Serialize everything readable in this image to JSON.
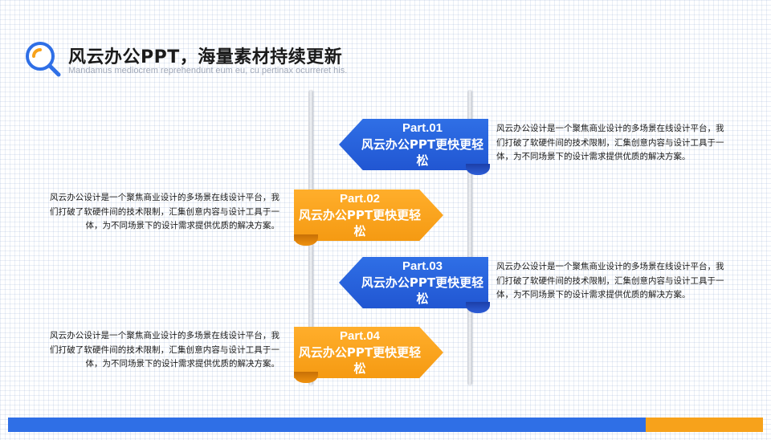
{
  "header": {
    "title": "风云办公PPT，海量素材持续更新",
    "subtitle": "Mandamus mediocrem reprehendunt eum eu, cu pertinax ocurreret his."
  },
  "colors": {
    "blue": "#2f6fe6",
    "orange": "#f7a21b"
  },
  "icons": {
    "logo": "search-magnifier-icon"
  },
  "items": [
    {
      "part": "Part.01",
      "slogan": "风云办公PPT更快更轻松",
      "description": "风云办公设计是一个聚焦商业设计的多场景在线设计平台，我们打破了软硬件间的技术限制，汇集创意内容与设计工具于一体，为不同场景下的设计需求提供优质的解决方案。"
    },
    {
      "part": "Part.02",
      "slogan": "风云办公PPT更快更轻松",
      "description": "风云办公设计是一个聚焦商业设计的多场景在线设计平台，我们打破了软硬件间的技术限制，汇集创意内容与设计工具于一体，为不同场景下的设计需求提供优质的解决方案。"
    },
    {
      "part": "Part.03",
      "slogan": "风云办公PPT更快更轻松",
      "description": "风云办公设计是一个聚焦商业设计的多场景在线设计平台，我们打破了软硬件间的技术限制，汇集创意内容与设计工具于一体，为不同场景下的设计需求提供优质的解决方案。"
    },
    {
      "part": "Part.04",
      "slogan": "风云办公PPT更快更轻松",
      "description": "风云办公设计是一个聚焦商业设计的多场景在线设计平台，我们打破了软硬件间的技术限制，汇集创意内容与设计工具于一体，为不同场景下的设计需求提供优质的解决方案。"
    }
  ]
}
